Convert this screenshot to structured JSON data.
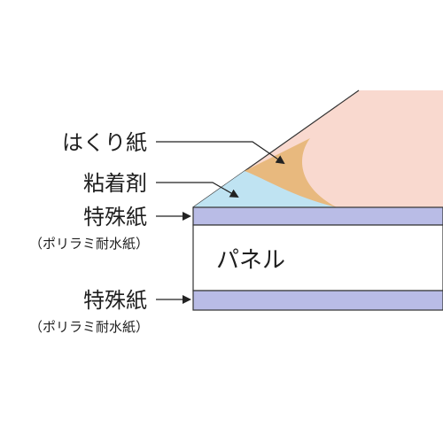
{
  "labels": {
    "release_paper": "はくり紙",
    "adhesive": "粘着剤",
    "special_paper_top": "特殊紙",
    "special_paper_top_note": "（ポリラミ耐水紙）",
    "panel": "パネル",
    "special_paper_bottom": "特殊紙",
    "special_paper_bottom_note": "（ポリラミ耐水紙）"
  },
  "colors": {
    "release_paper_fill": "#f9d9cf",
    "release_paper_curl": "#e8b97e",
    "adhesive_fill": "#bfe3f2",
    "special_paper_fill": "#b9bce6",
    "panel_fill": "#ffffff",
    "stroke": "#333333"
  },
  "icons": [
    "arrow-right-icon",
    "arrow-pointer-icon"
  ]
}
